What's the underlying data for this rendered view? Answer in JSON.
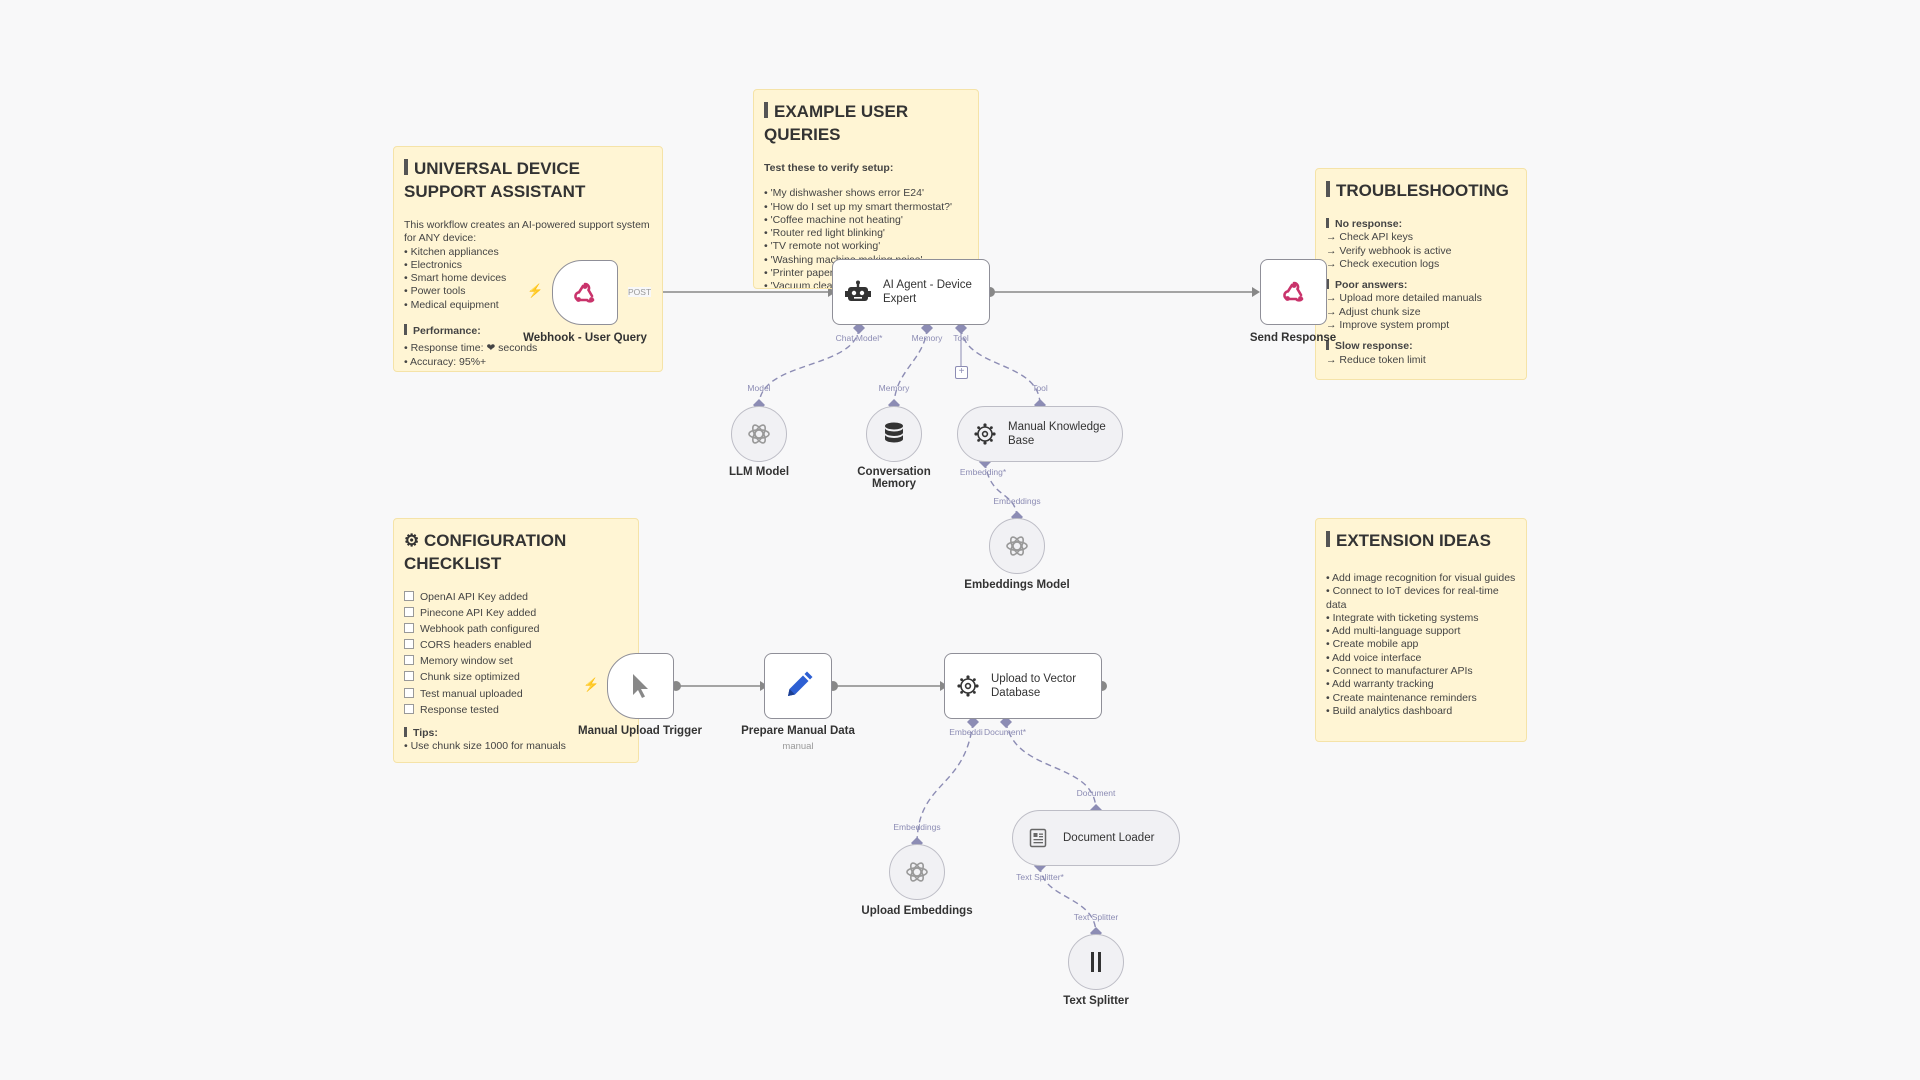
{
  "notes": {
    "universal": {
      "title": "UNIVERSAL DEVICE SUPPORT ASSISTANT",
      "intro": "This workflow creates an AI-powered support system for ANY device:",
      "items": [
        "• Kitchen appliances",
        "• Electronics",
        "• Smart home devices",
        "• Power tools",
        "• Medical equipment"
      ],
      "performance_heading": "Performance:",
      "performance_items": [
        "• Response time: ❤ seconds",
        "• Accuracy: 95%+"
      ]
    },
    "queries": {
      "title": "EXAMPLE USER QUERIES",
      "subtitle": "Test these to verify setup:",
      "items": [
        "• 'My dishwasher shows error E24'",
        "• 'How do I set up my smart thermostat?'",
        "• 'Coffee machine not heating'",
        "• 'Router red light blinking'",
        "• 'TV remote not working'",
        "• 'Washing machine making noise'",
        "• 'Printer paper jam'",
        "• 'Vacuum cleaner'"
      ]
    },
    "troubleshooting": {
      "title": "TROUBLESHOOTING",
      "sections": [
        {
          "heading": "No response:",
          "items": [
            "→ Check API keys",
            "→ Verify webhook is active",
            "→ Check execution logs"
          ]
        },
        {
          "heading": "Poor answers:",
          "items": [
            "→ Upload more detailed manuals",
            "→ Adjust chunk size",
            "→ Improve system prompt"
          ]
        },
        {
          "heading": "Slow response:",
          "items": [
            "→ Reduce token limit"
          ]
        }
      ]
    },
    "config": {
      "title": "⚙ CONFIGURATION CHECKLIST",
      "items": [
        "OpenAI API Key added",
        "Pinecone API Key added",
        "Webhook path configured",
        "CORS headers enabled",
        "Memory window set",
        "Chunk size optimized",
        "Test manual uploaded",
        "Response tested"
      ],
      "tips_heading": "Tips:",
      "tips": [
        "• Use chunk size 1000 for manuals"
      ]
    },
    "extensions": {
      "title": "EXTENSION IDEAS",
      "items": [
        "• Add image recognition for visual guides",
        "• Connect to IoT devices for real-time data",
        "• Integrate with ticketing systems",
        "• Add multi-language support",
        "• Create mobile app",
        "• Add voice interface",
        "• Connect to manufacturer APIs",
        "• Add warranty tracking",
        "• Create maintenance reminders",
        "• Build analytics dashboard"
      ]
    }
  },
  "nodes": {
    "webhook": {
      "label": "Webhook - User Query",
      "icon": "webhook-icon"
    },
    "agent": {
      "title": "AI Agent - Device Expert",
      "icon": "robot-icon"
    },
    "send": {
      "label": "Send Response",
      "icon": "webhook-icon"
    },
    "llm": {
      "label": "LLM Model",
      "icon": "openai-icon"
    },
    "memory": {
      "label": "Conversation Memory",
      "icon": "database-icon"
    },
    "kb": {
      "title": "Manual Knowledge Base",
      "icon": "pinecone-icon"
    },
    "embeddings": {
      "label": "Embeddings Model",
      "icon": "openai-icon"
    },
    "manual_trigger": {
      "label": "Manual Upload Trigger",
      "icon": "cursor-icon"
    },
    "prepare": {
      "label": "Prepare Manual Data",
      "sublabel": "manual",
      "icon": "pencil-icon"
    },
    "upload": {
      "title": "Upload to Vector Database",
      "icon": "pinecone-icon"
    },
    "doc_loader": {
      "title": "Document Loader",
      "icon": "document-icon"
    },
    "upload_emb": {
      "label": "Upload Embeddings",
      "icon": "openai-icon"
    },
    "splitter": {
      "label": "Text Splitter",
      "icon": "splitter-icon"
    }
  },
  "ports": {
    "chat_model": "Chat Model*",
    "memory": "Memory",
    "tool": "Tool",
    "model": "Model",
    "memory_in": "Memory",
    "tool_in": "Tool",
    "embedding": "Embedding*",
    "embeddings_in": "Embeddings",
    "embedding_doc": "Embeddi",
    "document_out": "Document*",
    "document_in": "Document",
    "embeddings_in2": "Embeddings",
    "text_splitter_out": "Text Splitter*",
    "text_splitter_in": "Text Splitter",
    "post": "POST"
  },
  "colors": {
    "note_bg": "#fff5d4",
    "edge": "#8c8cb4",
    "main_edge": "#888888",
    "bolt": "#ff6d5a",
    "webhook_pink": "#c9336b",
    "pencil_blue": "#2d5fd3"
  }
}
